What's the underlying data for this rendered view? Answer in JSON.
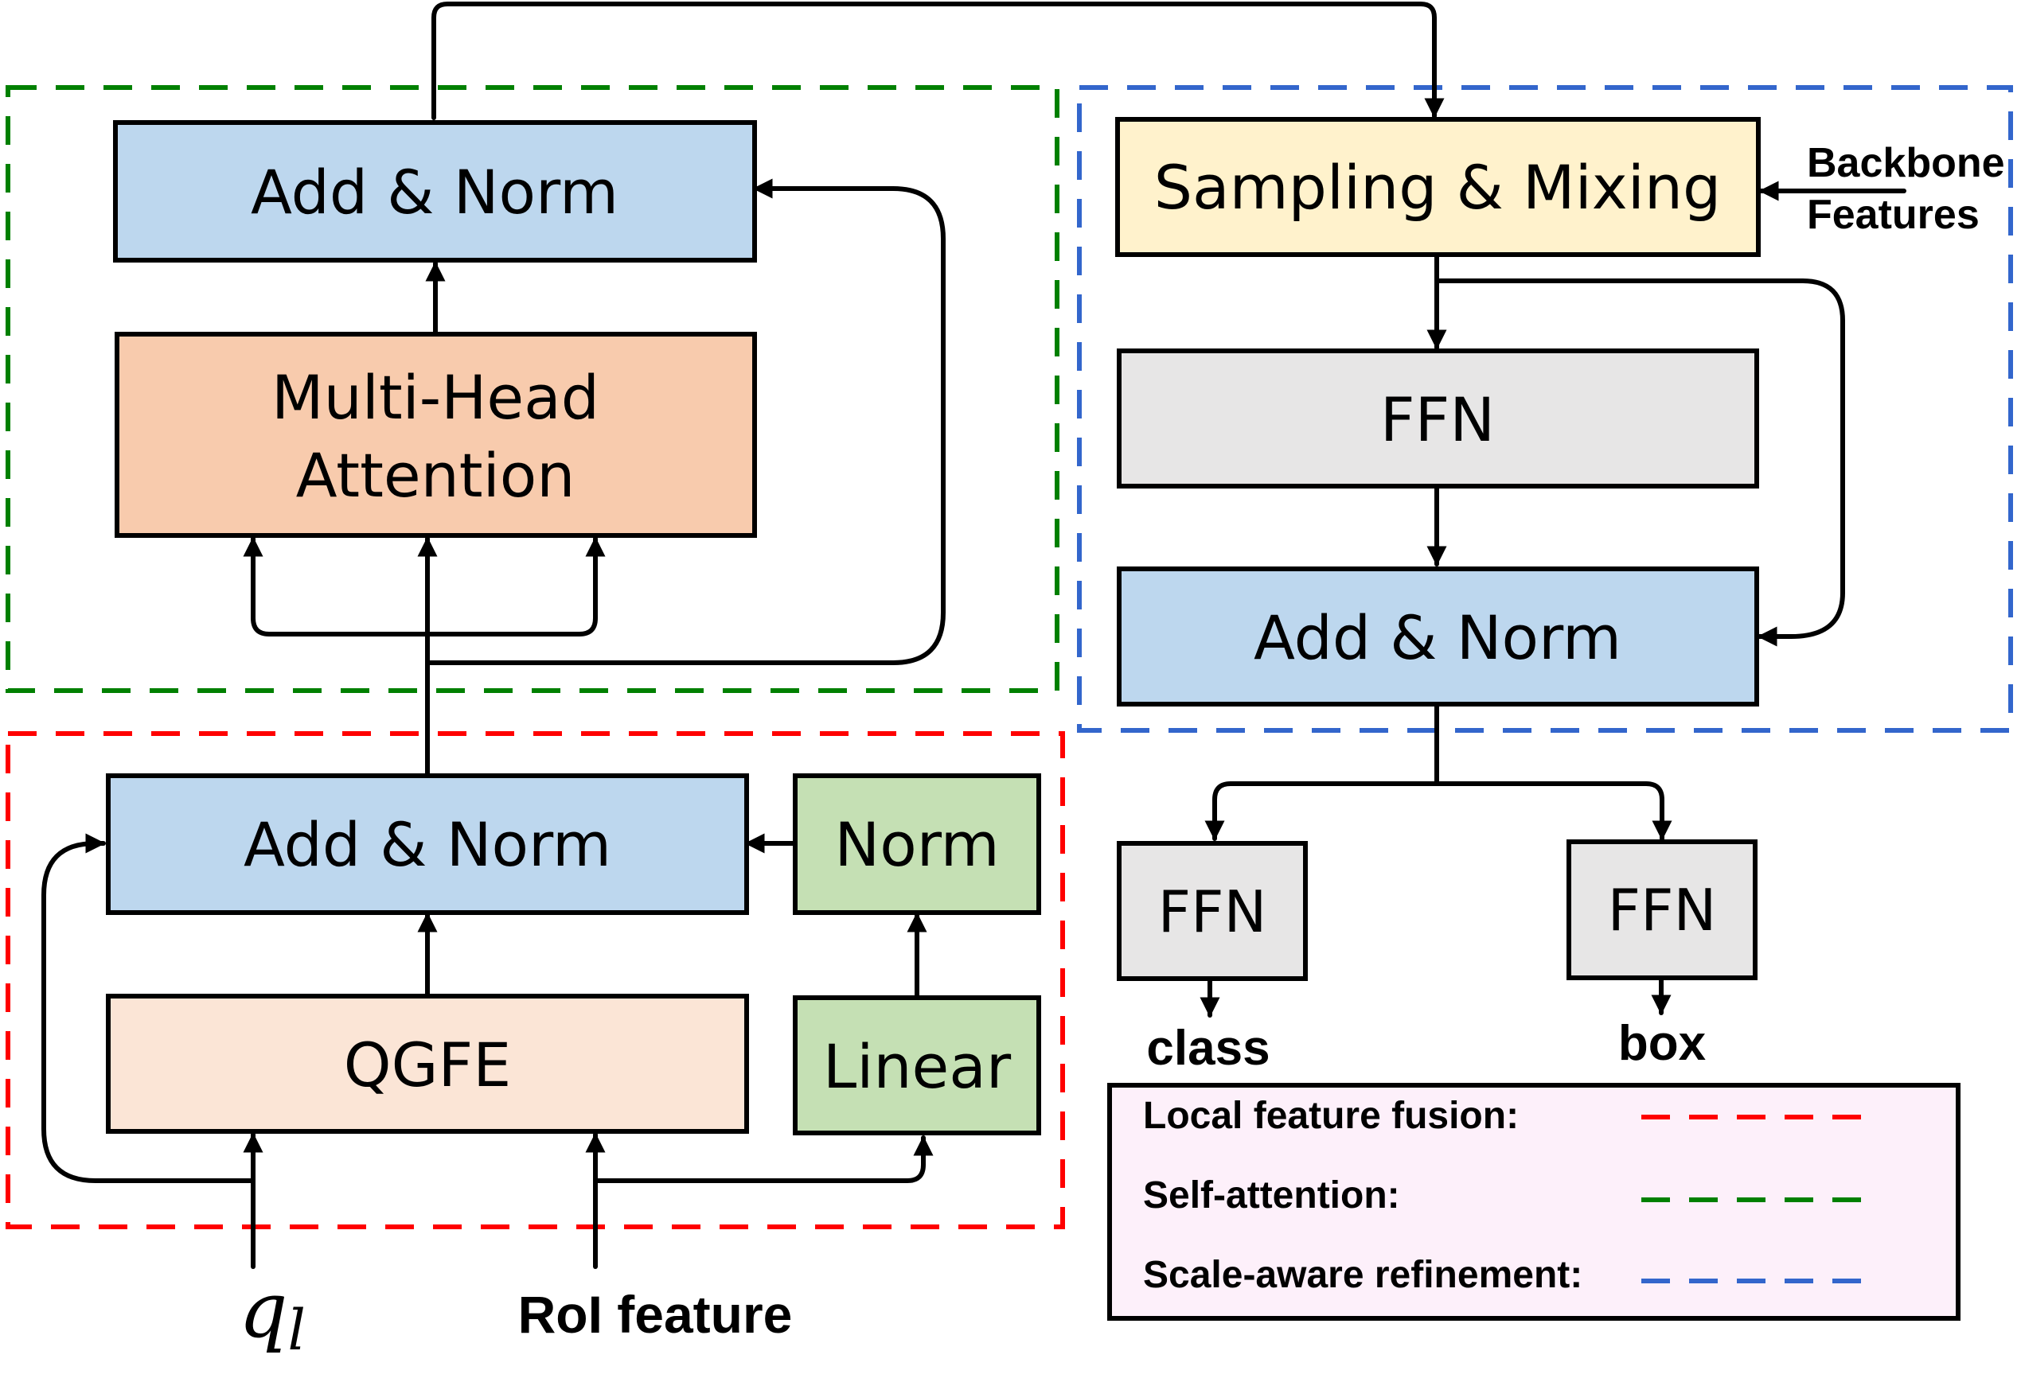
{
  "blocks": {
    "sa_add_norm": "Add & Norm",
    "mha_line1": "Multi-Head",
    "mha_line2": "Attention",
    "lf_add_norm": "Add & Norm",
    "norm": "Norm",
    "qgfe": "QGFE",
    "linear": "Linear",
    "sampling_mixing": "Sampling & Mixing",
    "sr_ffn": "FFN",
    "sr_add_norm": "Add & Norm",
    "class_ffn": "FFN",
    "box_ffn": "FFN"
  },
  "labels": {
    "backbone_line1": "Backbone",
    "backbone_line2": "Features",
    "output_class": "class",
    "output_box": "box",
    "input_q_base": "q",
    "input_q_sub": "l",
    "input_roi": "RoI feature"
  },
  "legend": [
    {
      "label": "Local feature fusion:",
      "color": "#ff0000"
    },
    {
      "label": "Self-attention:",
      "color": "#008000"
    },
    {
      "label": "Scale-aware refinement:",
      "color": "#3366cc"
    }
  ],
  "colors": {
    "add_norm_fill": "#bdd7ee",
    "mha_fill": "#f8cbad",
    "qgfe_fill": "#fbe5d6",
    "green_fill": "#c5e0b4",
    "sampling_fill": "#fff2cc",
    "ffn_fill": "#e7e6e6",
    "legend_fill": "#fdf0fa"
  }
}
